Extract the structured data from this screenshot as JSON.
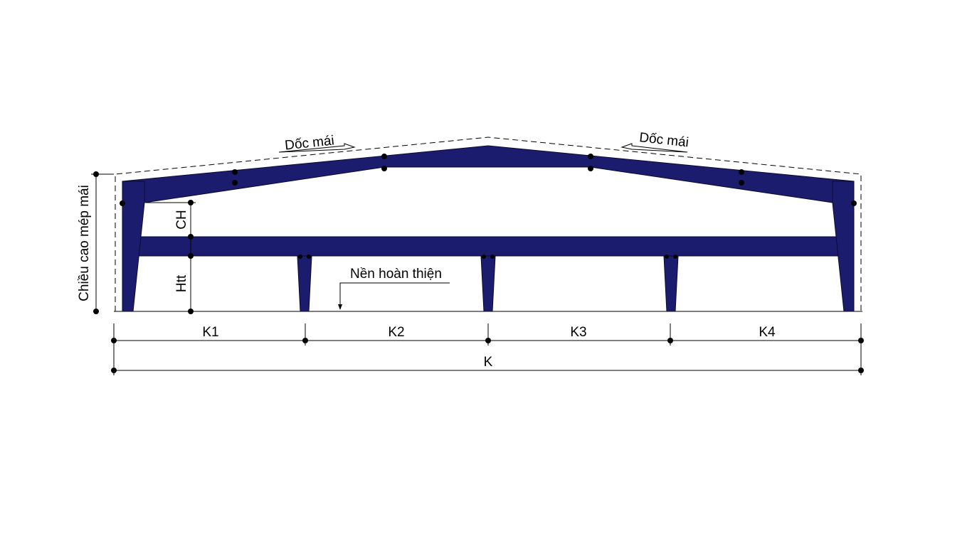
{
  "diagram": {
    "roof_slope_left": "Dốc mái",
    "roof_slope_right": "Dốc mái",
    "eave_height": "Chiều cao mép mái",
    "ch": "CH",
    "htt": "Htt",
    "finished_floor": "Nền hoàn thiện",
    "spans": [
      "K1",
      "K2",
      "K3",
      "K4"
    ],
    "total_span": "K",
    "steel_color": "#1c1c6e"
  }
}
